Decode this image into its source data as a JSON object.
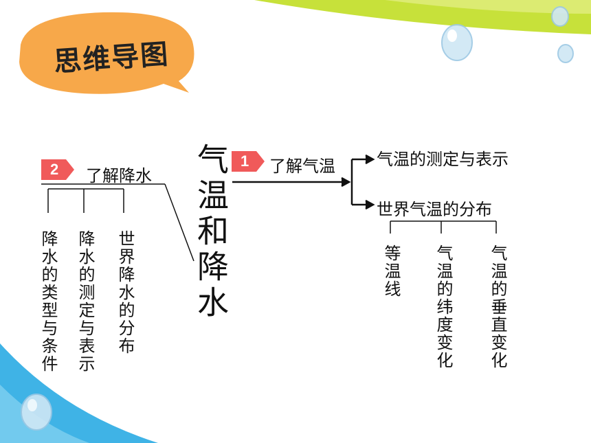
{
  "header": {
    "title": "思维导图"
  },
  "center": {
    "title": "气温和降水"
  },
  "branch1": {
    "number": "1",
    "label": "了解气温",
    "children": [
      {
        "label": "气温的测定与表示"
      },
      {
        "label": "世界气温的分布"
      }
    ],
    "sub": [
      "等温线",
      "气温的纬度变化",
      "气温的垂直变化"
    ]
  },
  "branch2": {
    "number": "2",
    "label": "了解降水",
    "sub": [
      "降水的类型与条件",
      "降水的测定与表示",
      "世界降水的分布"
    ]
  },
  "colors": {
    "badge": "#f05a5a",
    "bubble": "#f7a84a",
    "accent_green": "#c5e03a",
    "accent_blue": "#3fb3e6"
  }
}
